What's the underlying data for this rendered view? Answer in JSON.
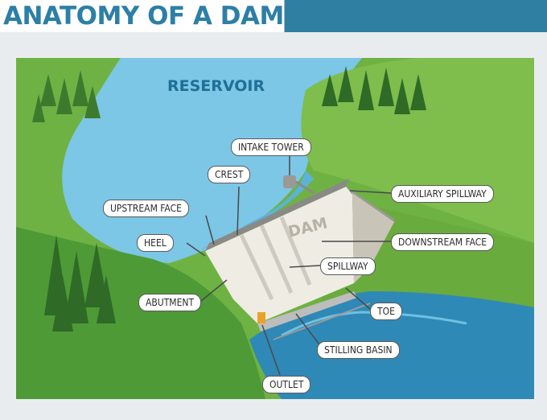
{
  "title": "ANATOMY OF A DAM",
  "diagram": {
    "reservoir_label": "RESERVOIR",
    "dam_label": "DAM",
    "callouts": {
      "intake_tower": "INTAKE TOWER",
      "crest": "CREST",
      "upstream_face": "UPSTREAM FACE",
      "heel": "HEEL",
      "abutment": "ABUTMENT",
      "auxiliary_spillway": "AUXILIARY SPILLWAY",
      "downstream_face": "DOWNSTREAM FACE",
      "spillway": "SPILLWAY",
      "toe": "TOE",
      "stilling_basin": "STILLING BASIN",
      "outlet": "OUTLET"
    },
    "colors": {
      "water": "#7cc6e6",
      "deep_water": "#2f89b6",
      "grass_light": "#7dbb4a",
      "grass_dark": "#4f9a38",
      "dam_face": "#efece4",
      "title_blue": "#2c7fa6"
    }
  }
}
